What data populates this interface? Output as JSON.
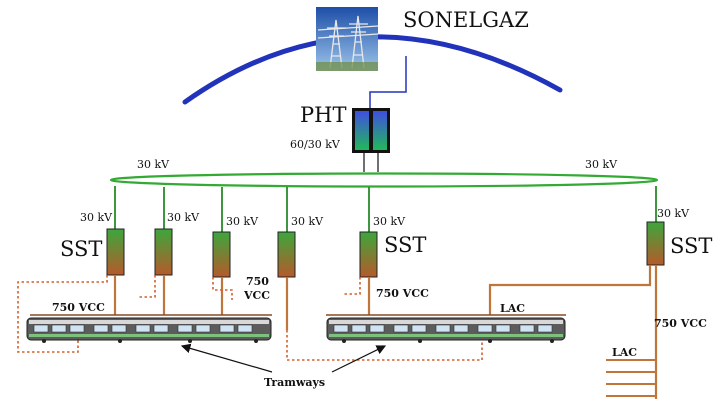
{
  "supplier": {
    "name": "SONELGAZ",
    "icon": "power-pylon-icon"
  },
  "pht": {
    "label": "PHT",
    "ratio": "60/30 kV"
  },
  "ring": {
    "left_label": "30 kV",
    "right_label": "30 kV"
  },
  "substations": [
    {
      "feed_label": "30 kV",
      "name": "SST"
    },
    {
      "feed_label": "30 kV",
      "name": ""
    },
    {
      "feed_label": "30 kV",
      "name": ""
    },
    {
      "feed_label": "30 kV",
      "name": ""
    },
    {
      "feed_label": "30 kV",
      "name": "SST"
    },
    {
      "feed_label": "30 kV",
      "name": "SST"
    }
  ],
  "dc_labels": {
    "left": "750 VCC",
    "middle_line1": "750",
    "middle_line2": "VCC",
    "center": "750 VCC",
    "right": "750 VCC"
  },
  "lac_labels": {
    "center": "LAC",
    "right": "LAC"
  },
  "tramways_label": "Tramways",
  "colors": {
    "arc": "#2233bb",
    "ring": "#33aa33",
    "feeder": "#2a8a2a",
    "dc_line": "#c0763a",
    "return_dotted": "#d2602a",
    "tram_body": "#5c5c5c",
    "tram_stripe": "#7cc17c"
  }
}
